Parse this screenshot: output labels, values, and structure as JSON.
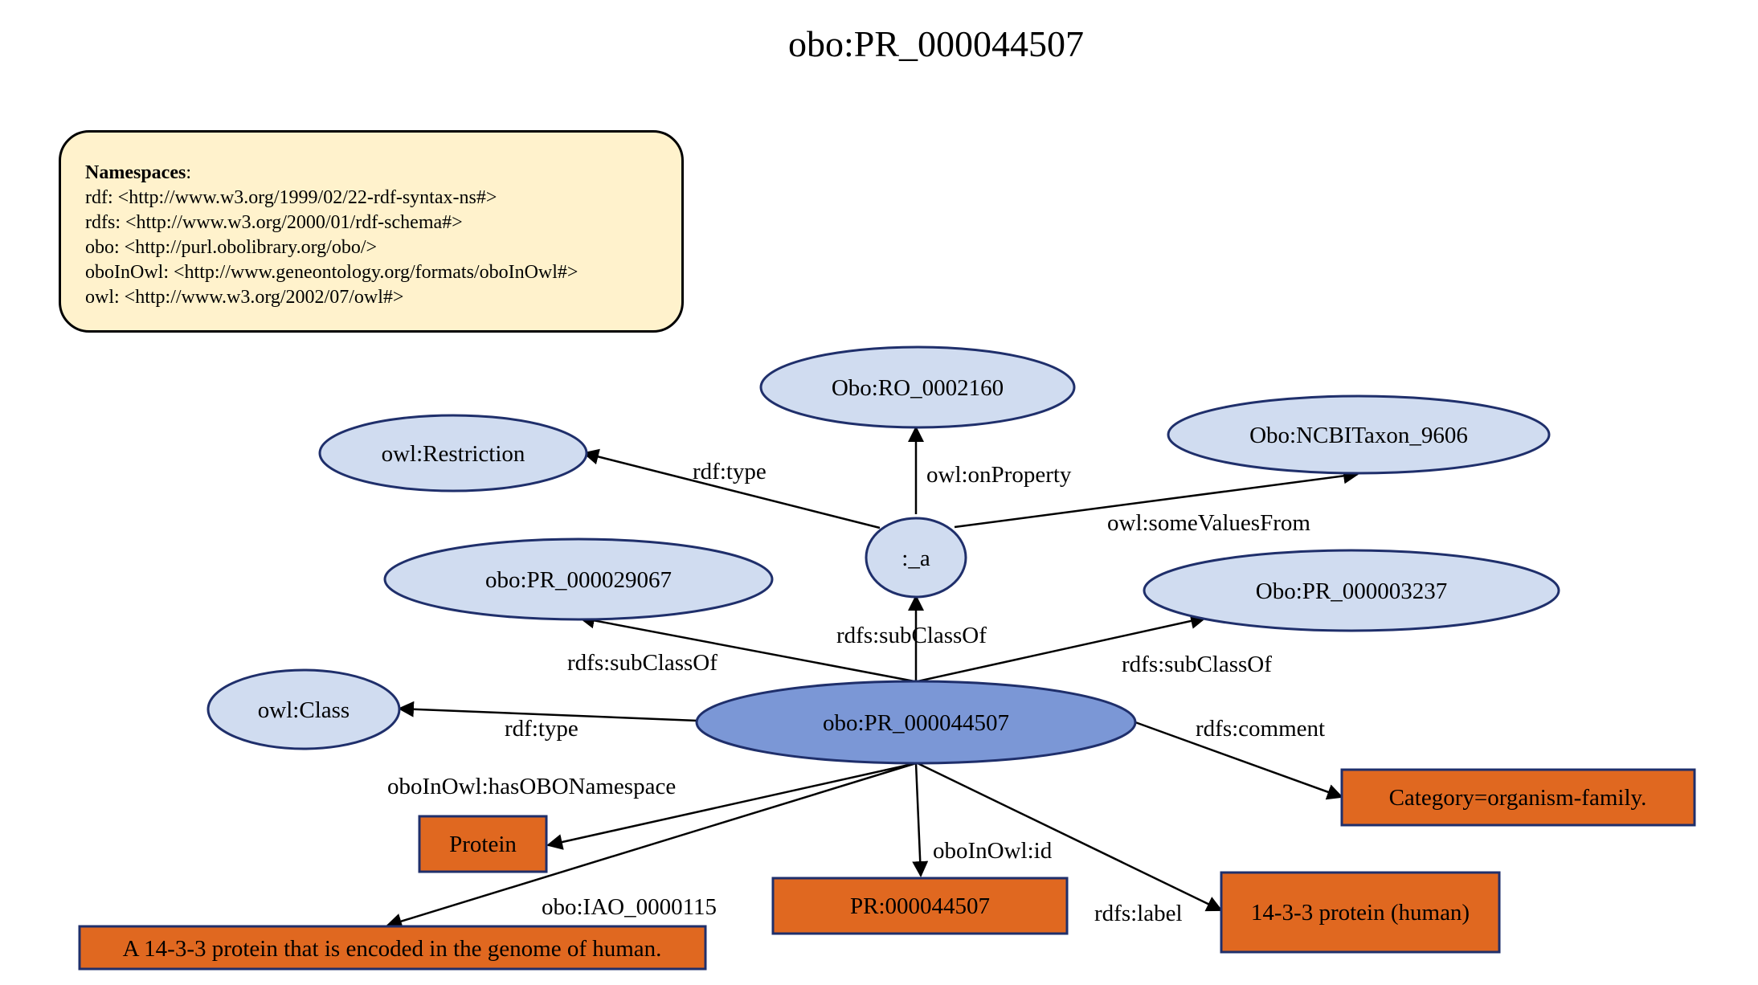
{
  "title": "obo:PR_000044507",
  "namespaces": {
    "heading": "Namespaces",
    "lines": [
      "rdf: <http://www.w3.org/1999/02/22-rdf-syntax-ns#>",
      "rdfs: <http://www.w3.org/2000/01/rdf-schema#>",
      "obo: <http://purl.obolibrary.org/obo/>",
      "oboInOwl: <http://www.geneontology.org/formats/oboInOwl#>",
      "owl: <http://www.w3.org/2002/07/owl#>"
    ]
  },
  "nodes": {
    "center": "obo:PR_000044507",
    "blank": ":_a",
    "ro": "Obo:RO_0002160",
    "restriction": "owl:Restriction",
    "taxon": "Obo:NCBITaxon_9606",
    "pr29067": "obo:PR_000029067",
    "pr3237": "Obo:PR_000003237",
    "owlclass": "owl:Class",
    "comment": "Category=organism-family.",
    "protein": "Protein",
    "id": "PR:000044507",
    "label": "14-3-3 protein (human)",
    "definition": "A 14-3-3 protein that is encoded in the genome of human."
  },
  "edges": {
    "blank_type": "rdf:type",
    "on_property": "owl:onProperty",
    "some_values": "owl:someValuesFrom",
    "sub_blank": "rdfs:subClassOf",
    "sub_29067": "rdfs:subClassOf",
    "sub_3237": "rdfs:subClassOf",
    "center_type": "rdf:type",
    "comment": "rdfs:comment",
    "namespace": "oboInOwl:hasOBONamespace",
    "id": "oboInOwl:id",
    "iao": "obo:IAO_0000115",
    "label": "rdfs:label"
  },
  "colors": {
    "literal_fill": "#e06820",
    "class_fill": "#d0dcf0",
    "center_fill": "#7b97d6",
    "outline": "#1f2f6b",
    "namespace_fill": "#fff2cc"
  }
}
